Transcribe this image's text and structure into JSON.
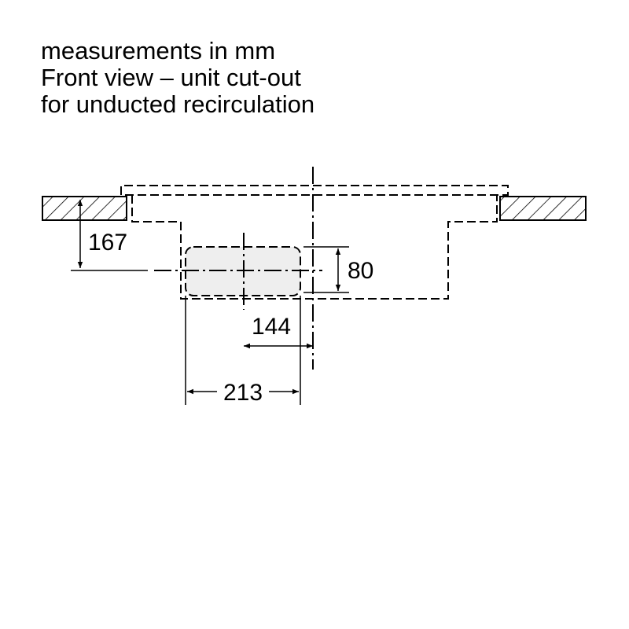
{
  "title_lines": [
    "measurements in mm",
    "Front view – unit cut-out",
    "for unducted recirculation"
  ],
  "dimensions": {
    "height_from_worktop": "167",
    "cutout_height": "80",
    "offset_to_centerline": "144",
    "cutout_width": "213"
  },
  "colors": {
    "line": "#000000",
    "cutout_fill": "#eeeeee",
    "background": "#ffffff"
  }
}
